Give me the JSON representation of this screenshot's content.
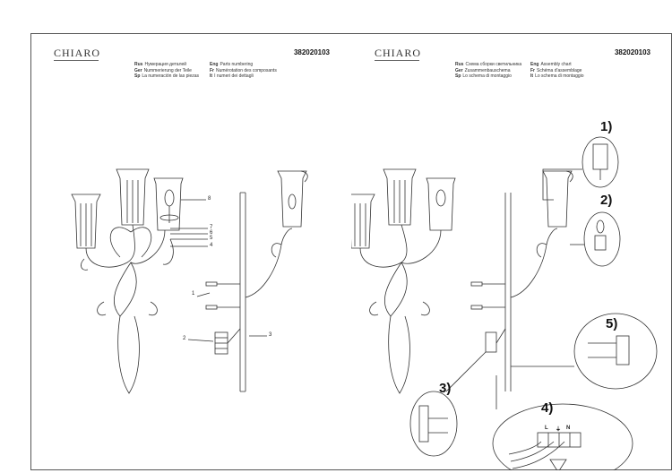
{
  "brand": "CHIARO",
  "left_sheet": {
    "code": "382020103",
    "legend": [
      {
        "lang": "Rus",
        "text": "Нумерация деталей"
      },
      {
        "lang": "Eng",
        "text": "Parts numbering"
      },
      {
        "lang": "Ger",
        "text": "Nummerierung der Teile"
      },
      {
        "lang": "Fr",
        "text": "Numérotation des composants"
      },
      {
        "lang": "Sp",
        "text": "La numeración de las piezas"
      },
      {
        "lang": "It",
        "text": "I numeri dei dettagli"
      }
    ],
    "part_numbers": [
      "8",
      "7",
      "6",
      "5",
      "4",
      "1",
      "2",
      "3"
    ]
  },
  "right_sheet": {
    "code": "382020103",
    "legend": [
      {
        "lang": "Rus",
        "text": "Схема сборки светильника"
      },
      {
        "lang": "Eng",
        "text": "Assembly chart"
      },
      {
        "lang": "Ger",
        "text": "Zusammenbauschema"
      },
      {
        "lang": "Fr",
        "text": "Schéma d'assemblage"
      },
      {
        "lang": "Sp",
        "text": "Lo schema di montaggio"
      },
      {
        "lang": "It",
        "text": "Lo schema di montaggio"
      }
    ],
    "steps": [
      "1)",
      "2)",
      "3)",
      "4)",
      "5)"
    ],
    "terminal_labels": [
      "L",
      "⏚",
      "N"
    ]
  }
}
